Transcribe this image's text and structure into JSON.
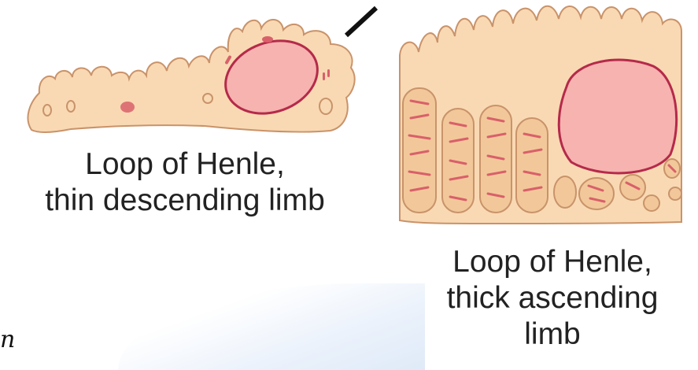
{
  "labels": {
    "thin_limb_line1": "Loop of Henle,",
    "thin_limb_line2": "thin descending limb",
    "thick_limb_line1": "Loop of Henle,",
    "thick_limb_line2": "thick ascending",
    "thick_limb_line3": "limb",
    "cropped_fragment": "n"
  },
  "colors": {
    "cytoplasm": "#f9d9b3",
    "cell_outline": "#c9936a",
    "nucleus_fill": "#f6b3b0",
    "nucleus_outline": "#b52a4a",
    "organelle": "#d9606a",
    "pointer_line": "#111111"
  }
}
